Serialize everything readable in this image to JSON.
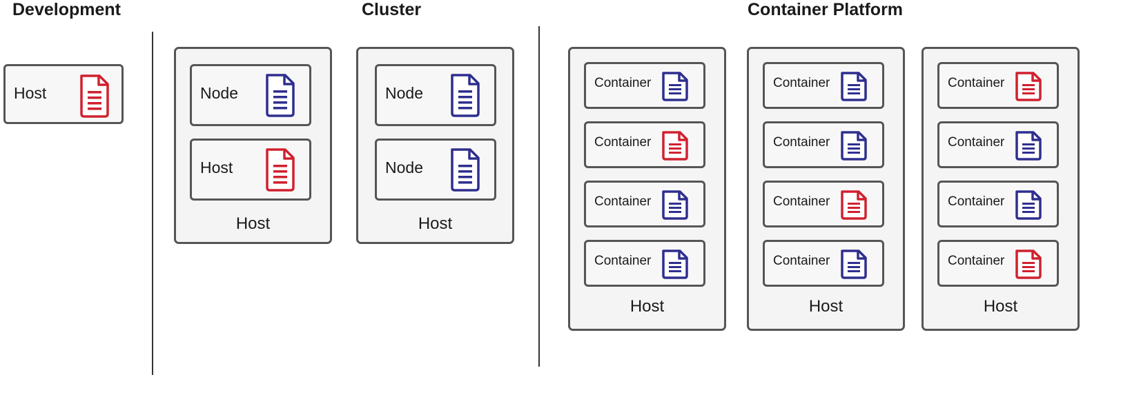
{
  "sections": {
    "development": {
      "title": "Development",
      "host": {
        "label": "Host",
        "icon": "document-icon",
        "color": "#d0212f"
      }
    },
    "cluster": {
      "title": "Cluster",
      "hosts": [
        {
          "label": "Host",
          "items": [
            {
              "label": "Node",
              "color": "#2f2f8f"
            },
            {
              "label": "Host",
              "color": "#d0212f"
            }
          ]
        },
        {
          "label": "Host",
          "items": [
            {
              "label": "Node",
              "color": "#2f2f8f"
            },
            {
              "label": "Node",
              "color": "#2f2f8f"
            }
          ]
        }
      ]
    },
    "container_platform": {
      "title": "Container Platform",
      "hosts": [
        {
          "label": "Host",
          "items": [
            {
              "label": "Container",
              "color": "#2f2f8f"
            },
            {
              "label": "Container",
              "color": "#d0212f"
            },
            {
              "label": "Container",
              "color": "#2f2f8f"
            },
            {
              "label": "Container",
              "color": "#2f2f8f"
            }
          ]
        },
        {
          "label": "Host",
          "items": [
            {
              "label": "Container",
              "color": "#2f2f8f"
            },
            {
              "label": "Container",
              "color": "#2f2f8f"
            },
            {
              "label": "Container",
              "color": "#d0212f"
            },
            {
              "label": "Container",
              "color": "#2f2f8f"
            }
          ]
        },
        {
          "label": "Host",
          "items": [
            {
              "label": "Container",
              "color": "#d0212f"
            },
            {
              "label": "Container",
              "color": "#2f2f8f"
            },
            {
              "label": "Container",
              "color": "#2f2f8f"
            },
            {
              "label": "Container",
              "color": "#d0212f"
            }
          ]
        }
      ]
    }
  },
  "colors": {
    "red": "#d0212f",
    "blue": "#2f2f8f",
    "border": "#555555",
    "fill": "#f4f4f4"
  }
}
